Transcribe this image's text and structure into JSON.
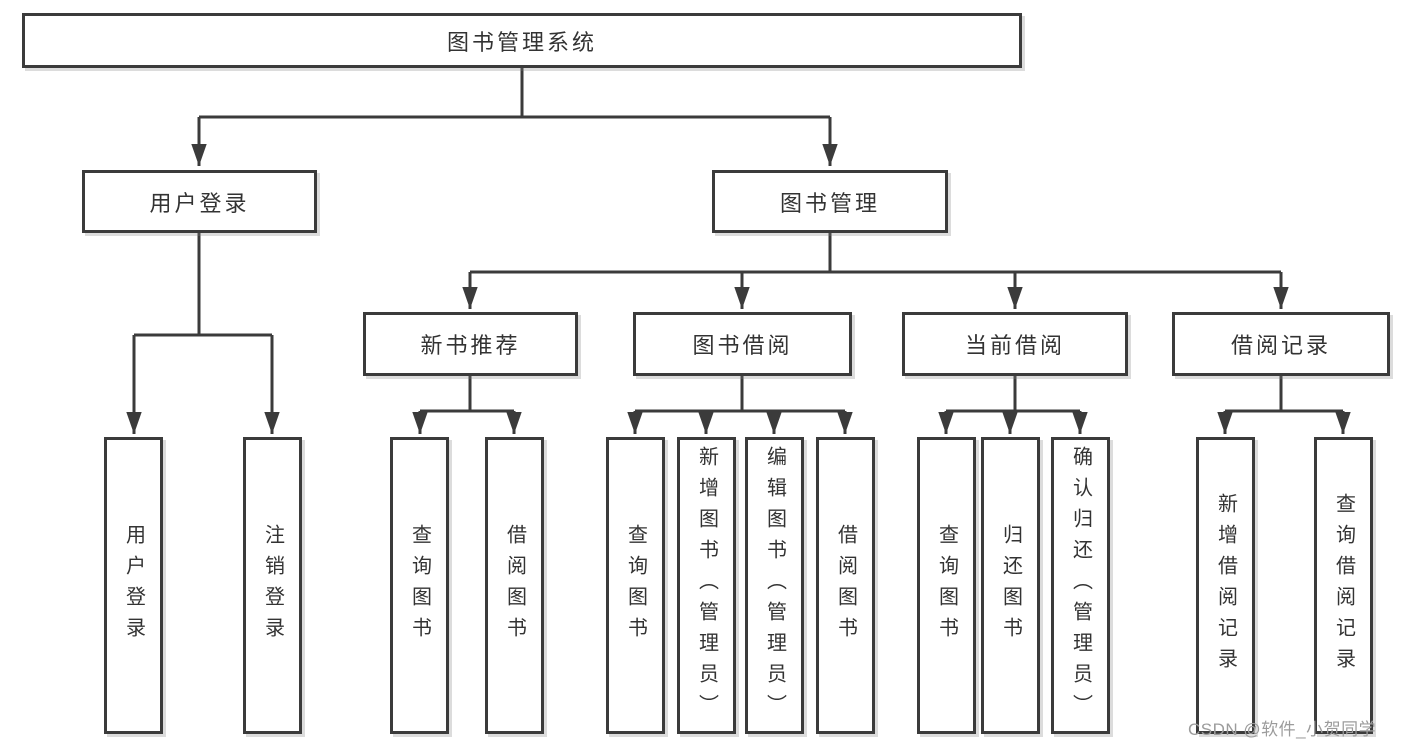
{
  "colors": {
    "line": "#3b3b3b",
    "text": "#333333",
    "watermark": "#9c9c9c",
    "background": "#ffffff"
  },
  "tree": {
    "root": {
      "label": "图书管理系统"
    },
    "branches": [
      {
        "label": "用户登录",
        "children": [
          {
            "label": "用户登录"
          },
          {
            "label": "注销登录"
          }
        ]
      },
      {
        "label": "图书管理",
        "children": [
          {
            "label": "新书推荐",
            "children": [
              {
                "label": "查询图书"
              },
              {
                "label": "借阅图书"
              }
            ]
          },
          {
            "label": "图书借阅",
            "children": [
              {
                "label": "查询图书"
              },
              {
                "label": "新增图书（管理员）"
              },
              {
                "label": "编辑图书（管理员）"
              },
              {
                "label": "借阅图书"
              }
            ]
          },
          {
            "label": "当前借阅",
            "children": [
              {
                "label": "查询图书"
              },
              {
                "label": "归还图书"
              },
              {
                "label": "确认归还（管理员）"
              }
            ]
          },
          {
            "label": "借阅记录",
            "children": [
              {
                "label": "新增借阅记录"
              },
              {
                "label": "查询借阅记录"
              }
            ]
          }
        ]
      }
    ]
  },
  "watermark": {
    "text": "CSDN @软件_小贺同学"
  }
}
